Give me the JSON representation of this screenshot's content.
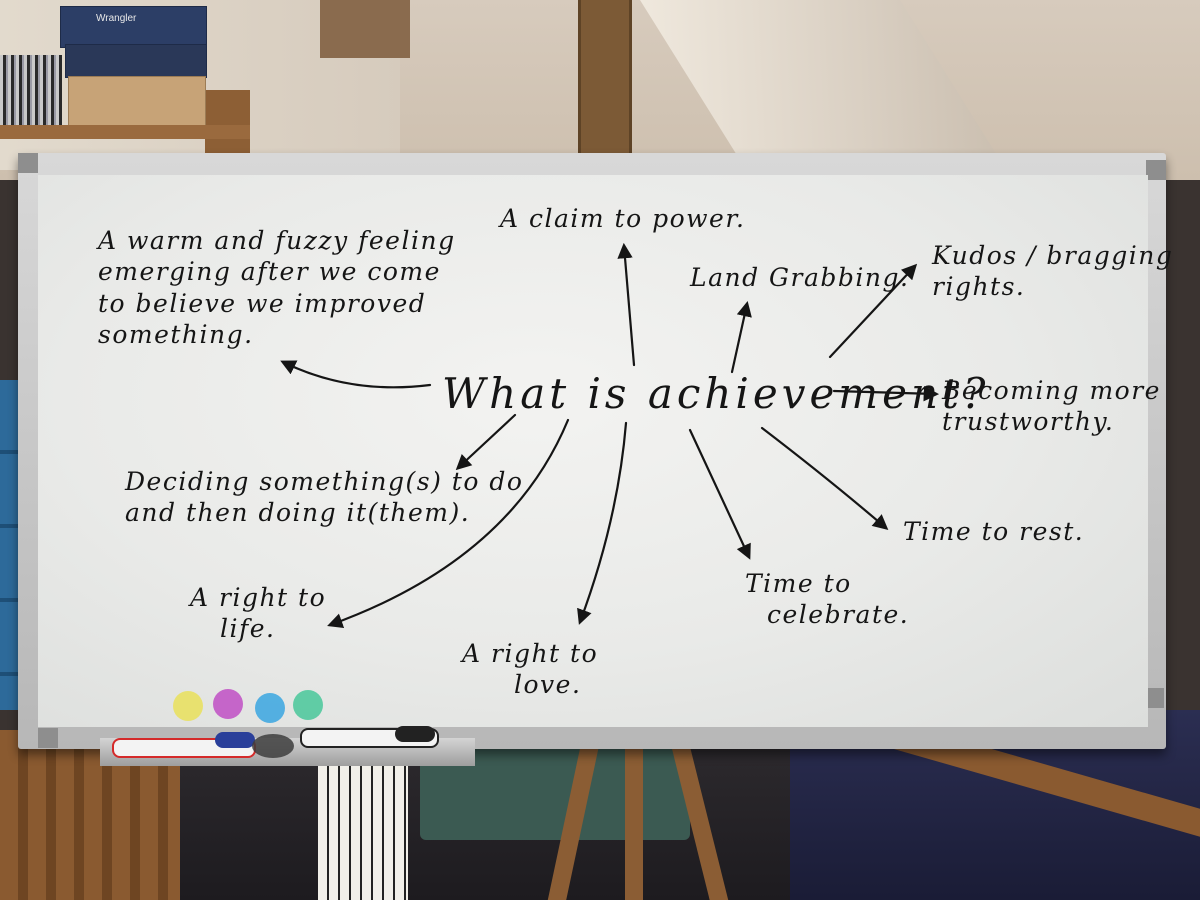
{
  "whiteboard": {
    "center": "What is achievement?",
    "notes": [
      {
        "id": "warm",
        "lines": [
          "A warm and fuzzy feeling",
          "emerging after we come",
          "to believe we improved",
          "something."
        ]
      },
      {
        "id": "claim",
        "lines": [
          "A claim to power."
        ]
      },
      {
        "id": "land",
        "lines": [
          "Land Grabbing."
        ]
      },
      {
        "id": "kudos",
        "lines": [
          "Kudos / bragging",
          "rights."
        ]
      },
      {
        "id": "trust",
        "lines": [
          "Becoming more",
          "trustworthy."
        ]
      },
      {
        "id": "deciding",
        "lines": [
          "Deciding something(s) to do",
          "and then doing it(them)."
        ]
      },
      {
        "id": "life",
        "lines": [
          "A right to",
          "life."
        ]
      },
      {
        "id": "love",
        "lines": [
          "A right to",
          "love."
        ]
      },
      {
        "id": "celebrate",
        "lines": [
          "Time to",
          "celebrate."
        ]
      },
      {
        "id": "rest",
        "lines": [
          "Time to rest."
        ]
      }
    ]
  },
  "props": {
    "magnet_colors": [
      "#e9e05a",
      "#c04fc4",
      "#3aa6e0",
      "#49c79a"
    ],
    "marker_colors": [
      "#d42a2a",
      "#222222"
    ],
    "shoebox_brand": "Wrangler"
  }
}
